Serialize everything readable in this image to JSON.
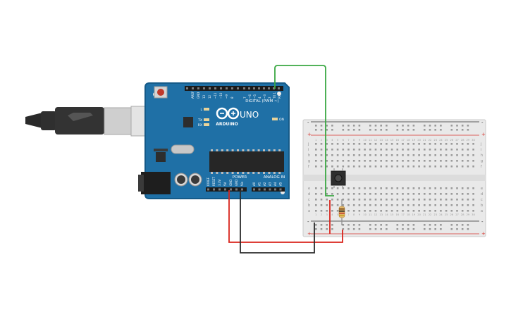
{
  "board": {
    "brand": "ARDUINO",
    "model": "UNO",
    "digital_label": "DIGITAL (PWM ~)",
    "power_label": "POWER",
    "analog_label": "ANALOG IN",
    "on_label": "ON",
    "led_labels": [
      "L",
      "TX",
      "RX"
    ],
    "top_header_left": [
      "AREF",
      "GND",
      "13",
      "12",
      "~11",
      "~10",
      "~9",
      "8"
    ],
    "top_header_right": [
      "7",
      "~6",
      "~5",
      "4",
      "~3",
      "2",
      "TX 1",
      "RX 0"
    ],
    "power_pins": [
      "IOREF",
      "RESET",
      "3.3V",
      "5V",
      "GND",
      "GND",
      "Vin"
    ],
    "analog_pins": [
      "A0",
      "A1",
      "A2",
      "A3",
      "A4",
      "A5"
    ]
  },
  "breadboard": {
    "rail_plus": "+",
    "rail_minus": "-",
    "row_letters_top": [
      "j",
      "i",
      "h",
      "g",
      "f"
    ],
    "row_letters_bottom": [
      "e",
      "d",
      "c",
      "b",
      "a"
    ],
    "column_count": 30
  },
  "colors": {
    "board_blue": "#1f70a6",
    "board_edge": "#155a88",
    "wire_green": "#3aa843",
    "wire_red": "#d9241c",
    "wire_black": "#2b2b2b",
    "breadboard_body": "#e9e9e9",
    "rail_red": "#d7322b",
    "resistor_body": "#e2b86a"
  }
}
